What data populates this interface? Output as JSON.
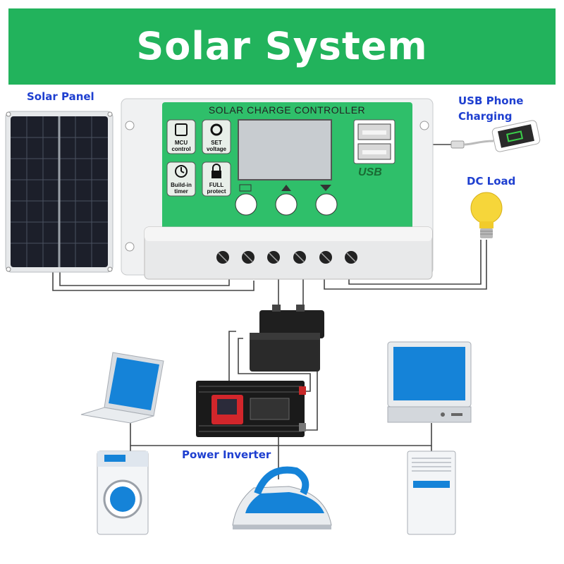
{
  "header": {
    "title": "Solar System"
  },
  "labels": {
    "solar_panel": "Solar Panel",
    "usb_line1": "USB Phone",
    "usb_line2": "Charging",
    "dc_load": "DC Load",
    "power_inverter": "Power Inverter"
  },
  "controller": {
    "title": "SOLAR CHARGE CONTROLLER",
    "btn_mcu_line1": "MCU",
    "btn_mcu_line2": "control",
    "btn_set_line1": "SET",
    "btn_set_line2": "voltage",
    "btn_timer_line1": "Build-in",
    "btn_timer_line2": "timer",
    "btn_full_line1": "FULL",
    "btn_full_line2": "protect",
    "usb_label": "USB"
  },
  "colors": {
    "banner": "#22b35c",
    "label_text": "#1e3fd0",
    "controller_face": "#2fbf6a",
    "lcd": "#c8ccd0",
    "panel_cell": "#1c1f2a",
    "device_blue": "#1583d8"
  }
}
